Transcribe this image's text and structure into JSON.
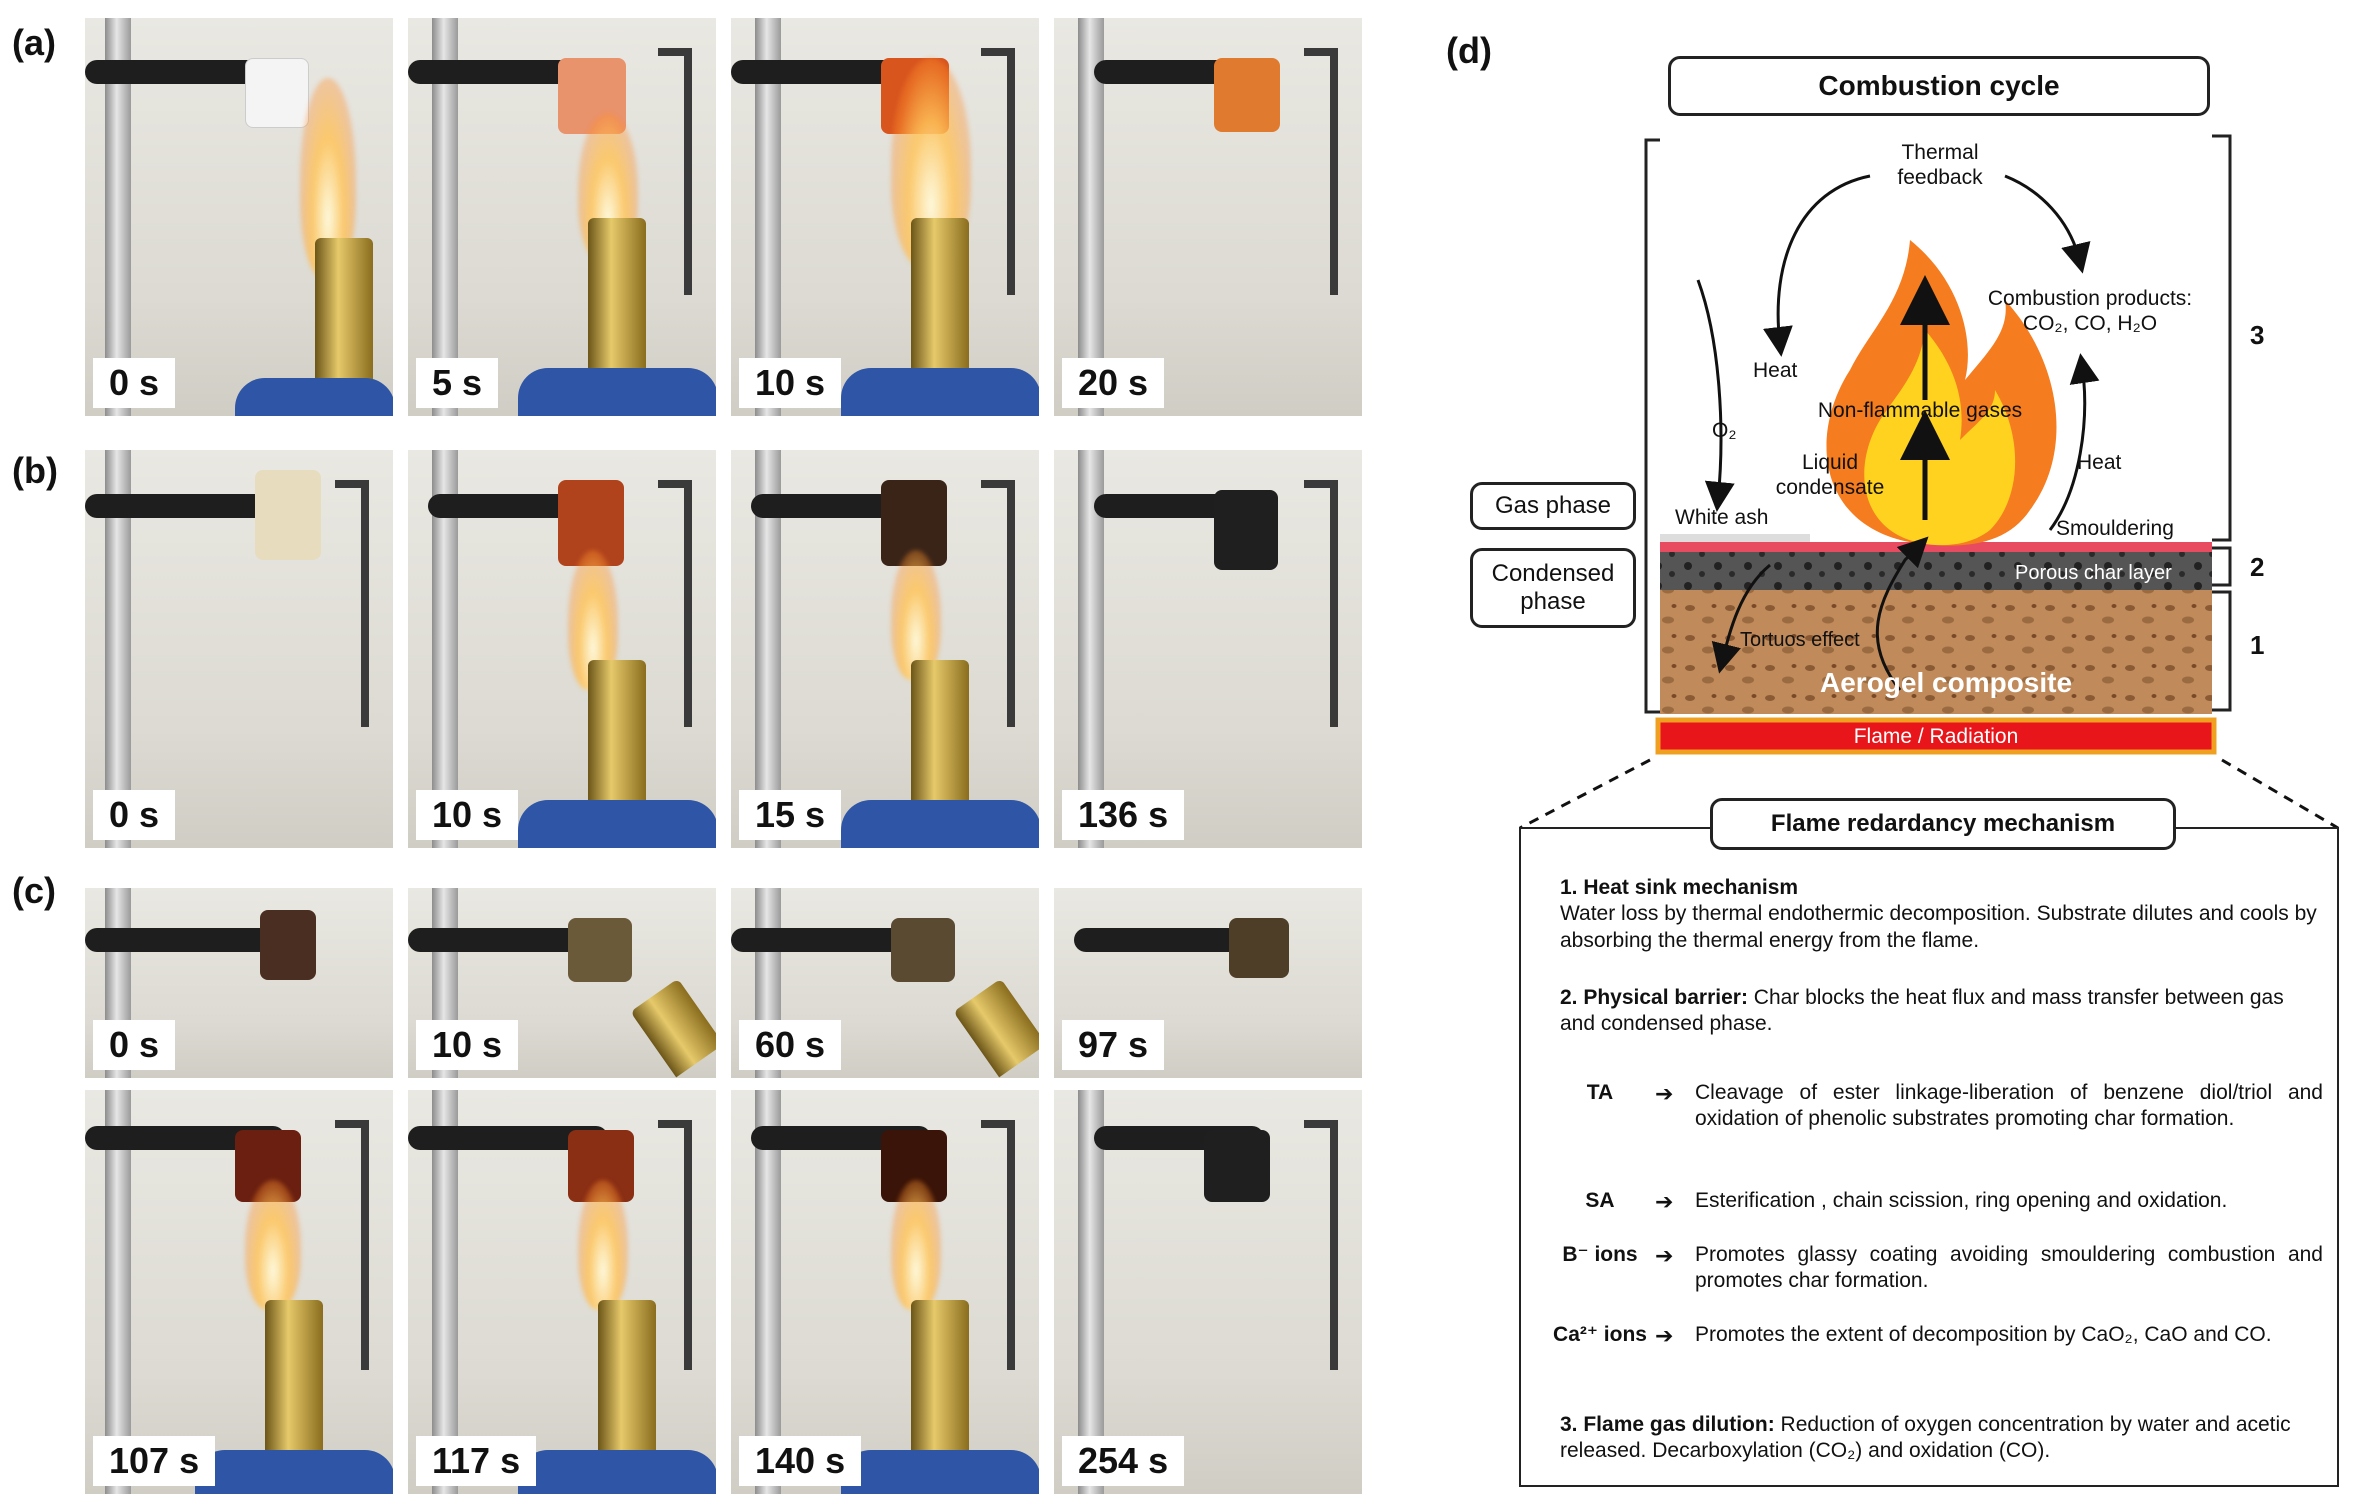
{
  "panels": {
    "a": "(a)",
    "b": "(b)",
    "c": "(c)",
    "d": "(d)"
  },
  "row_a": [
    "0 s",
    "5 s",
    "10 s",
    "20 s"
  ],
  "row_b": [
    "0 s",
    "10 s",
    "15 s",
    "136 s"
  ],
  "row_c1": [
    "0 s",
    "10 s",
    "60 s",
    "97 s"
  ],
  "row_c2": [
    "107 s",
    "117 s",
    "140 s",
    "254 s"
  ],
  "diagram": {
    "title": "Combustion cycle",
    "thermal_feedback_1": "Thermal",
    "thermal_feedback_2": "feedback",
    "combustion_products_1": "Combustion products:",
    "combustion_products_2": "CO₂, CO, H₂O",
    "heat_left": "Heat",
    "heat_right": "Heat",
    "o2": "O₂",
    "non_flammable": "Non-flammable gases",
    "liquid_1": "Liquid",
    "liquid_2": "condensate",
    "white_ash": "White ash",
    "smouldering": "Smouldering",
    "porous_char": "Porous char layer",
    "tortuos": "Tortuos effect",
    "aerogel": "Aerogel composite",
    "flame_radiation": "Flame / Radiation",
    "gas_phase": "Gas phase",
    "condensed_phase_1": "Condensed",
    "condensed_phase_2": "phase",
    "num_3": "3",
    "num_2": "2",
    "num_1": "1"
  },
  "mechanism": {
    "title": "Flame redardancy mechanism",
    "p1_head": "1. Heat sink mechanism",
    "p1_body": "Water loss by thermal endothermic decomposition. Substrate dilutes and cools by absorbing the thermal energy from the flame.",
    "p2_head": "2. Physical barrier:",
    "p2_body": " Char blocks the heat flux and mass transfer between gas and condensed phase.",
    "arrow": "➔",
    "ions": [
      {
        "ion": "TA",
        "desc": "Cleavage of ester linkage-liberation of benzene diol/triol and oxidation of phenolic substrates promoting char formation."
      },
      {
        "ion": "SA",
        "desc": "Esterification , chain scission, ring opening and oxidation."
      },
      {
        "ion": "B⁻ ions",
        "desc": "Promotes glassy coating avoiding smouldering combustion and promotes char formation."
      },
      {
        "ion": "Ca²⁺ ions",
        "desc": "Promotes the extent of decomposition by CaO₂, CaO and CO."
      }
    ],
    "p3_head": "3. Flame gas dilution:",
    "p3_body": " Reduction of oxygen concentration by water and acetic released. Decarboxylation (CO₂) and oxidation (CO)."
  },
  "colors": {
    "flame_outer": "#f57c1f",
    "flame_inner": "#ffd21f",
    "char": "#555555",
    "aerogel": "#c08a5a",
    "radiation": "#e8161b"
  }
}
